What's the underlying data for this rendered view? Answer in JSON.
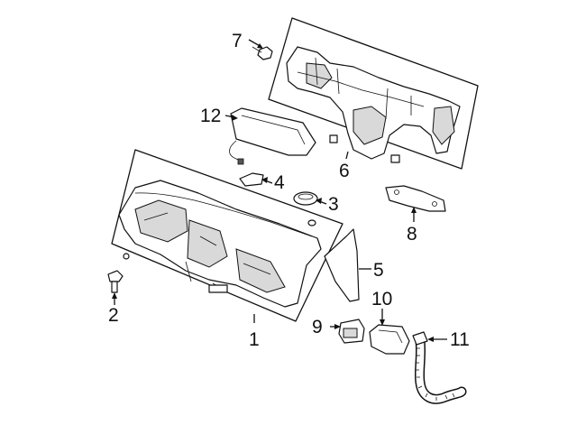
{
  "callouts": {
    "c1": "1",
    "c2": "2",
    "c3": "3",
    "c4": "4",
    "c5": "5",
    "c6": "6",
    "c7": "7",
    "c8": "8",
    "c9": "9",
    "c10": "10",
    "c11": "11",
    "c12": "12"
  },
  "colors": {
    "line": "#111111",
    "background": "#ffffff",
    "shade": "#d9d9d9"
  }
}
